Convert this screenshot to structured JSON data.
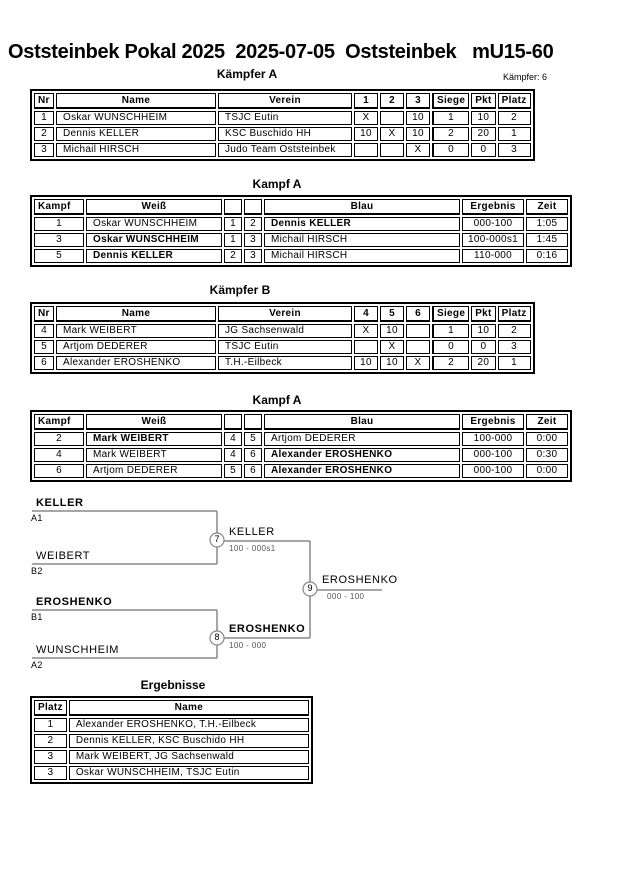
{
  "header": {
    "title": "Oststeinbek Pokal 2025  2025-07-05  Oststeinbek   mU15-60",
    "fighters_label": "Kämpfer: 6"
  },
  "pool_a": {
    "title": "Kämpfer A",
    "headers": {
      "nr": "Nr",
      "name": "Name",
      "verein": "Verein",
      "c1": "1",
      "c2": "2",
      "c3": "3",
      "siege": "Siege",
      "pkt": "Pkt",
      "platz": "Platz"
    },
    "rows": [
      {
        "nr": "1",
        "name": "Oskar WUNSCHHEIM",
        "verein": "TSJC Eutin",
        "g1": "X",
        "g2": "",
        "g3": "10",
        "siege": "1",
        "pkt": "10",
        "platz": "2"
      },
      {
        "nr": "2",
        "name": "Dennis KELLER",
        "verein": "KSC Buschido HH",
        "g1": "10",
        "g2": "X",
        "g3": "10",
        "siege": "2",
        "pkt": "20",
        "platz": "1"
      },
      {
        "nr": "3",
        "name": "Michail HIRSCH",
        "verein": "Judo Team Oststeinbek",
        "g1": "",
        "g2": "",
        "g3": "X",
        "siege": "0",
        "pkt": "0",
        "platz": "3"
      }
    ]
  },
  "kampf_a1": {
    "title": "Kampf A",
    "headers": {
      "kampf": "Kampf",
      "weiss": "Weiß",
      "blau": "Blau",
      "ergebnis": "Ergebnis",
      "zeit": "Zeit"
    },
    "rows": [
      {
        "kampf": "1",
        "weiss": "Oskar WUNSCHHEIM",
        "weiss_bold": false,
        "wnr": "1",
        "bnr": "2",
        "blau": "Dennis KELLER",
        "blau_bold": true,
        "ergebnis": "000-100",
        "zeit": "1:05"
      },
      {
        "kampf": "3",
        "weiss": "Oskar WUNSCHHEIM",
        "weiss_bold": true,
        "wnr": "1",
        "bnr": "3",
        "blau": "Michail HIRSCH",
        "blau_bold": false,
        "ergebnis": "100-000s1",
        "zeit": "1:45"
      },
      {
        "kampf": "5",
        "weiss": "Dennis KELLER",
        "weiss_bold": true,
        "wnr": "2",
        "bnr": "3",
        "blau": "Michail HIRSCH",
        "blau_bold": false,
        "ergebnis": "110-000",
        "zeit": "0:16"
      }
    ]
  },
  "pool_b": {
    "title": "Kämpfer B",
    "headers": {
      "nr": "Nr",
      "name": "Name",
      "verein": "Verein",
      "c1": "4",
      "c2": "5",
      "c3": "6",
      "siege": "Siege",
      "pkt": "Pkt",
      "platz": "Platz"
    },
    "rows": [
      {
        "nr": "4",
        "name": "Mark WEIBERT",
        "verein": "JG Sachsenwald",
        "g1": "X",
        "g2": "10",
        "g3": "",
        "siege": "1",
        "pkt": "10",
        "platz": "2"
      },
      {
        "nr": "5",
        "name": "Artjom DEDERER",
        "verein": "TSJC Eutin",
        "g1": "",
        "g2": "X",
        "g3": "",
        "siege": "0",
        "pkt": "0",
        "platz": "3"
      },
      {
        "nr": "6",
        "name": "Alexander EROSHENKO",
        "verein": "T.H.-Eilbeck",
        "g1": "10",
        "g2": "10",
        "g3": "X",
        "siege": "2",
        "pkt": "20",
        "platz": "1"
      }
    ]
  },
  "kampf_a2": {
    "title": "Kampf A",
    "headers": {
      "kampf": "Kampf",
      "weiss": "Weiß",
      "blau": "Blau",
      "ergebnis": "Ergebnis",
      "zeit": "Zeit"
    },
    "rows": [
      {
        "kampf": "2",
        "weiss": "Mark WEIBERT",
        "weiss_bold": true,
        "wnr": "4",
        "bnr": "5",
        "blau": "Artjom DEDERER",
        "blau_bold": false,
        "ergebnis": "100-000",
        "zeit": "0:00"
      },
      {
        "kampf": "4",
        "weiss": "Mark WEIBERT",
        "weiss_bold": false,
        "wnr": "4",
        "bnr": "6",
        "blau": "Alexander EROSHENKO",
        "blau_bold": true,
        "ergebnis": "000-100",
        "zeit": "0:30"
      },
      {
        "kampf": "6",
        "weiss": "Artjom DEDERER",
        "weiss_bold": false,
        "wnr": "5",
        "bnr": "6",
        "blau": "Alexander EROSHENKO",
        "blau_bold": true,
        "ergebnis": "000-100",
        "zeit": "0:00"
      }
    ]
  },
  "bracket": {
    "entries": [
      {
        "name": "KELLER",
        "seed": "A1",
        "bold": true
      },
      {
        "name": "WEIBERT",
        "seed": "B2",
        "bold": false
      },
      {
        "name": "EROSHENKO",
        "seed": "B1",
        "bold": true
      },
      {
        "name": "WUNSCHHEIM",
        "seed": "A2",
        "bold": false
      }
    ],
    "match7": {
      "no": "7",
      "winner": "KELLER",
      "score": "100 - 000s1",
      "bold": false
    },
    "match8": {
      "no": "8",
      "winner": "EROSHENKO",
      "score": "100 - 000",
      "bold": true
    },
    "match9": {
      "no": "9",
      "winner": "EROSHENKO",
      "score": "000 - 100",
      "bold": false
    }
  },
  "results": {
    "title": "Ergebnisse",
    "headers": {
      "platz": "Platz",
      "name": "Name"
    },
    "rows": [
      {
        "platz": "1",
        "name": "Alexander EROSHENKO, T.H.-Eilbeck"
      },
      {
        "platz": "2",
        "name": "Dennis KELLER, KSC Buschido HH"
      },
      {
        "platz": "3",
        "name": "Mark WEIBERT, JG Sachsenwald"
      },
      {
        "platz": "3",
        "name": "Oskar WUNSCHHEIM, TSJC Eutin"
      }
    ]
  },
  "colors": {
    "bracket_line": "#888888",
    "score_text": "#555555"
  }
}
